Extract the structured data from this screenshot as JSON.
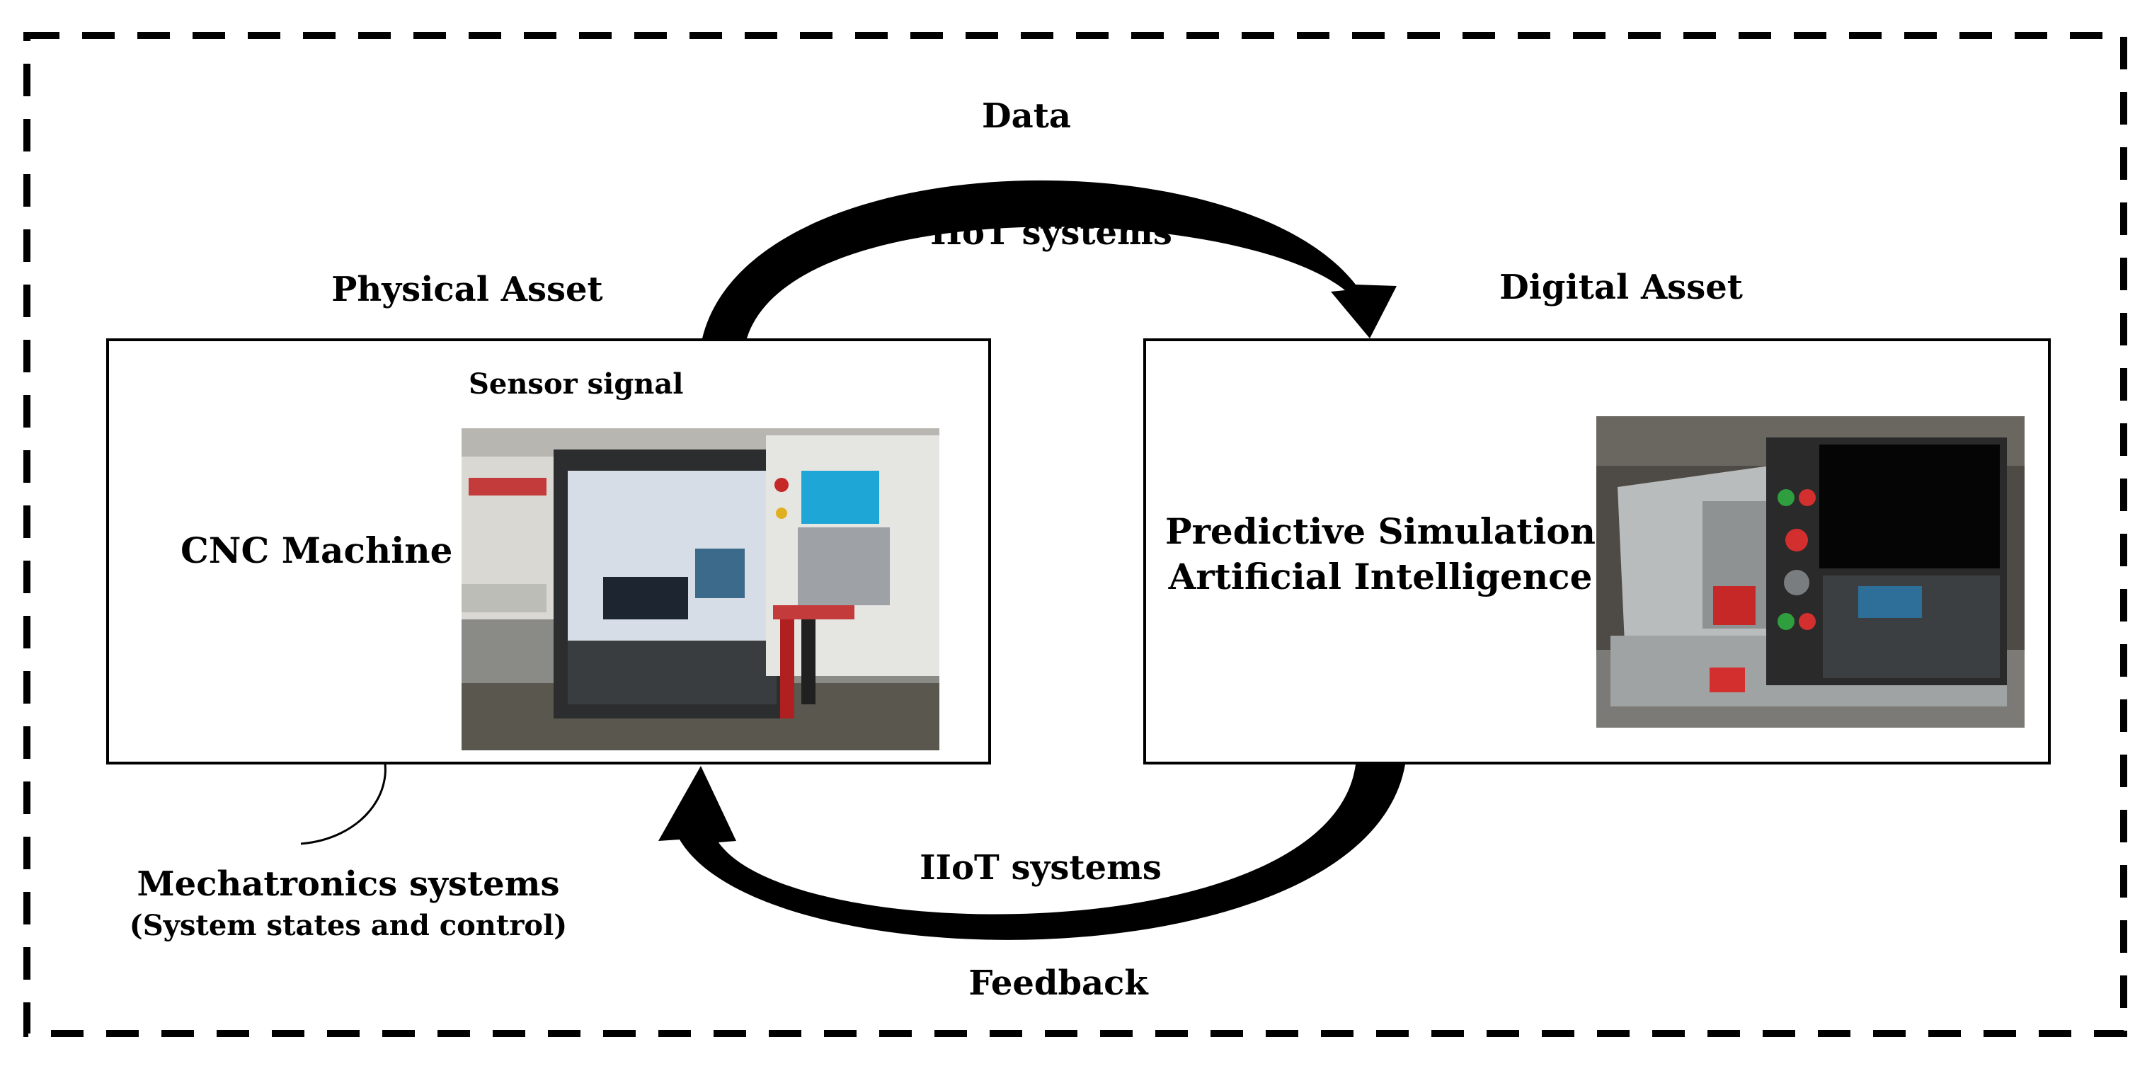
{
  "top_flow": {
    "label": "Data",
    "channel": "IIoT systems"
  },
  "bottom_flow": {
    "label": "Feedback",
    "channel": "IIoT systems"
  },
  "physical_asset": {
    "title": "Physical Asset",
    "machine_label": "CNC Machine",
    "sensor_label": "Sensor signal",
    "mechatronics_title": "Mechatronics systems",
    "mechatronics_subtitle": "(System states and control)"
  },
  "digital_asset": {
    "title": "Digital Asset",
    "line1": "Predictive Simulation",
    "line2": "Artificial Intelligence"
  }
}
